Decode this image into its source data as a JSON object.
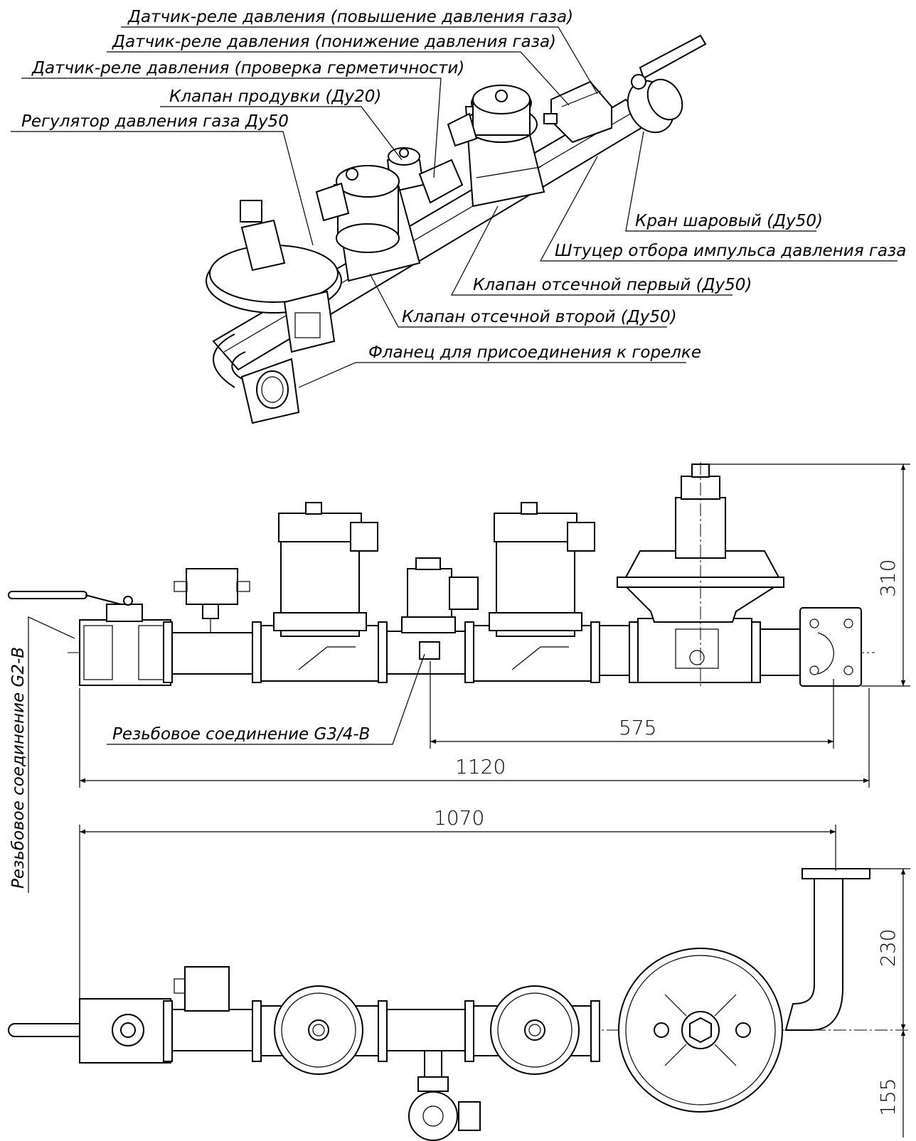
{
  "callouts": {
    "pressure_relay_high": "Датчик-реле давления (повышение давления газа)",
    "pressure_relay_low": "Датчик-реле давления (понижение давления газа)",
    "pressure_relay_leak": "Датчик-реле давления (проверка герметичности)",
    "purge_valve": "Клапан продувки (Ду20)",
    "gas_regulator": "Регулятор давления газа Ду50",
    "ball_valve": "Кран шаровый (Ду50)",
    "impulse_fitting": "Штуцер отбора импульса давления газа",
    "shutoff_valve_1": "Клапан отсечной первый (Ду50)",
    "shutoff_valve_2": "Клапан отсечной второй (Ду50)",
    "burner_flange": "Фланец для присоединения к горелке",
    "thread_g34": "Резьбовое соединение G3/4-B",
    "thread_g2": "Резьбовое соединение G2-B"
  },
  "dimensions": {
    "d575": "575",
    "d1120": "1120",
    "d1070": "1070",
    "d310": "310",
    "d230": "230",
    "d155": "155"
  }
}
